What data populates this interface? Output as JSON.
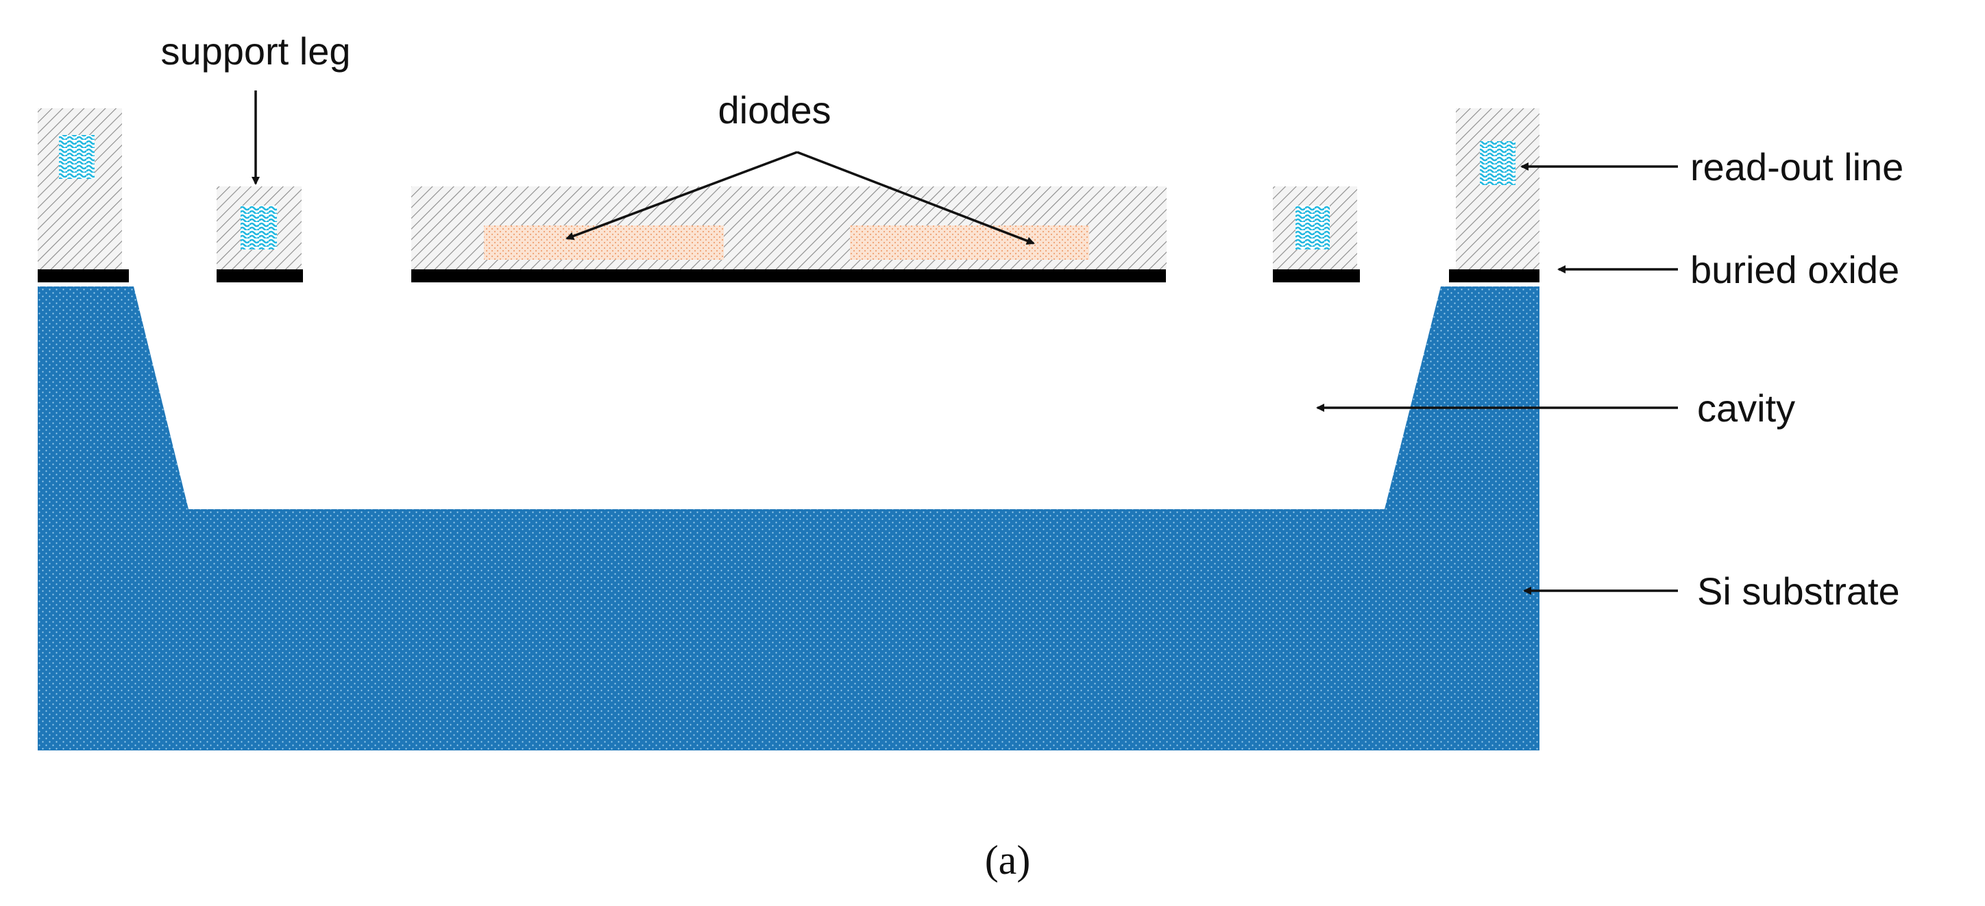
{
  "labels": {
    "support_leg": "support leg",
    "diodes": "diodes",
    "read_out_line": "read-out line",
    "buried_oxide": "buried oxide",
    "cavity": "cavity",
    "si_substrate": "Si substrate"
  },
  "caption": "(a)",
  "colors": {
    "substrate": "#1F77B8",
    "substrate_dots": "#9fd0f0",
    "hatch_fill": "#f4f4f4",
    "hatch_line": "#8a8a8a",
    "oxide": "#000000",
    "diode_fill": "#fbe3d2",
    "diode_dots": "#f0a070",
    "readout_wave": "#22b8e0",
    "arrow": "#111111"
  },
  "icons": {
    "arrowhead": "arrowhead-icon"
  }
}
